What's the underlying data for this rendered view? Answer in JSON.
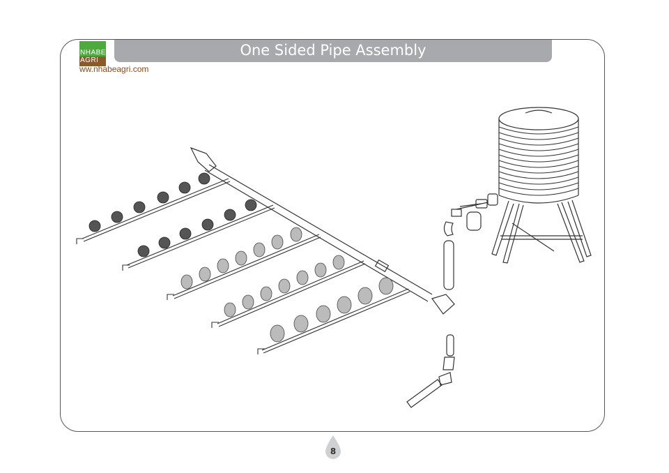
{
  "header": {
    "title": "One Sided Pipe Assembly",
    "logo_line1": "NHABE",
    "logo_line2": "AGRI",
    "website": "ww.nhabeagri.com"
  },
  "footer": {
    "page_number": "8"
  },
  "colors": {
    "title_bar": "#a7a9ac",
    "logo_green": "#4daa3c",
    "logo_brown": "#8a5a2b",
    "url_text": "#8a4b1d"
  },
  "illustration_parts": [
    "water-tank",
    "tank-stand",
    "filter",
    "valve",
    "main-pipe",
    "lateral-pipes",
    "elbow-fittings",
    "plants",
    "end-caps"
  ]
}
